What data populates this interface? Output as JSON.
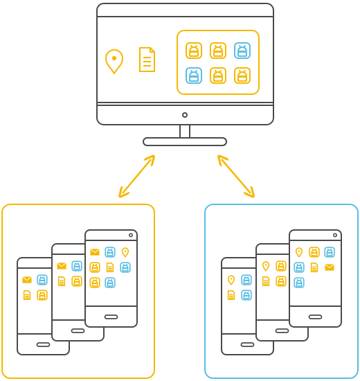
{
  "colors": {
    "outline": "#4a4a4a",
    "accent": "#f5b800",
    "secondary": "#5bbde4",
    "background": "#ffffff"
  },
  "monitor": {
    "screen_icons": [
      "map-pin-icon",
      "document-icon"
    ],
    "app_grid": [
      [
        "android",
        "accent"
      ],
      [
        "android",
        "accent"
      ],
      [
        "android",
        "secondary"
      ],
      [
        "android",
        "secondary"
      ],
      [
        "android",
        "accent"
      ],
      [
        "android",
        "accent"
      ]
    ]
  },
  "arrows": [
    "bidirectional-arrow-left",
    "bidirectional-arrow-right"
  ],
  "device_groups": [
    {
      "border": "accent",
      "phones": [
        {
          "name": "phone-back-left",
          "icons": [
            [
              "mail",
              "accent"
            ],
            [
              "android",
              "secondary"
            ],
            [
              "android",
              "secondary"
            ],
            [
              "document",
              "accent"
            ],
            [
              "android",
              "accent"
            ],
            [
              "android",
              "secondary"
            ]
          ]
        },
        {
          "name": "phone-middle-left",
          "icons": [
            [
              "mail",
              "accent"
            ],
            [
              "android",
              "secondary"
            ],
            [
              "android",
              "secondary"
            ],
            [
              "document",
              "accent"
            ],
            [
              "android",
              "accent"
            ],
            [
              "android",
              "secondary"
            ]
          ]
        },
        {
          "name": "phone-front-left",
          "icons": [
            [
              "mail",
              "accent"
            ],
            [
              "android",
              "secondary"
            ],
            [
              "pin",
              "accent"
            ],
            [
              "android",
              "accent"
            ],
            [
              "document",
              "accent"
            ],
            [
              "android",
              "secondary"
            ],
            [
              "android",
              "accent"
            ],
            [
              "android",
              "secondary"
            ]
          ]
        }
      ]
    },
    {
      "border": "secondary",
      "phones": [
        {
          "name": "phone-back-right",
          "icons": [
            [
              "pin",
              "accent"
            ],
            [
              "android",
              "secondary"
            ],
            [
              "android",
              "accent"
            ],
            [
              "document",
              "accent"
            ],
            [
              "android",
              "secondary"
            ]
          ]
        },
        {
          "name": "phone-middle-right",
          "icons": [
            [
              "pin",
              "accent"
            ],
            [
              "android",
              "accent"
            ],
            [
              "android",
              "secondary"
            ],
            [
              "document",
              "accent"
            ],
            [
              "android",
              "accent"
            ],
            [
              "android",
              "secondary"
            ]
          ]
        },
        {
          "name": "phone-front-right",
          "icons": [
            [
              "pin",
              "accent"
            ],
            [
              "android",
              "accent"
            ],
            [
              "android",
              "secondary"
            ],
            [
              "android",
              "secondary"
            ],
            [
              "document",
              "accent"
            ],
            [
              "mail",
              "accent"
            ],
            [
              "android",
              "secondary"
            ]
          ]
        }
      ]
    }
  ]
}
